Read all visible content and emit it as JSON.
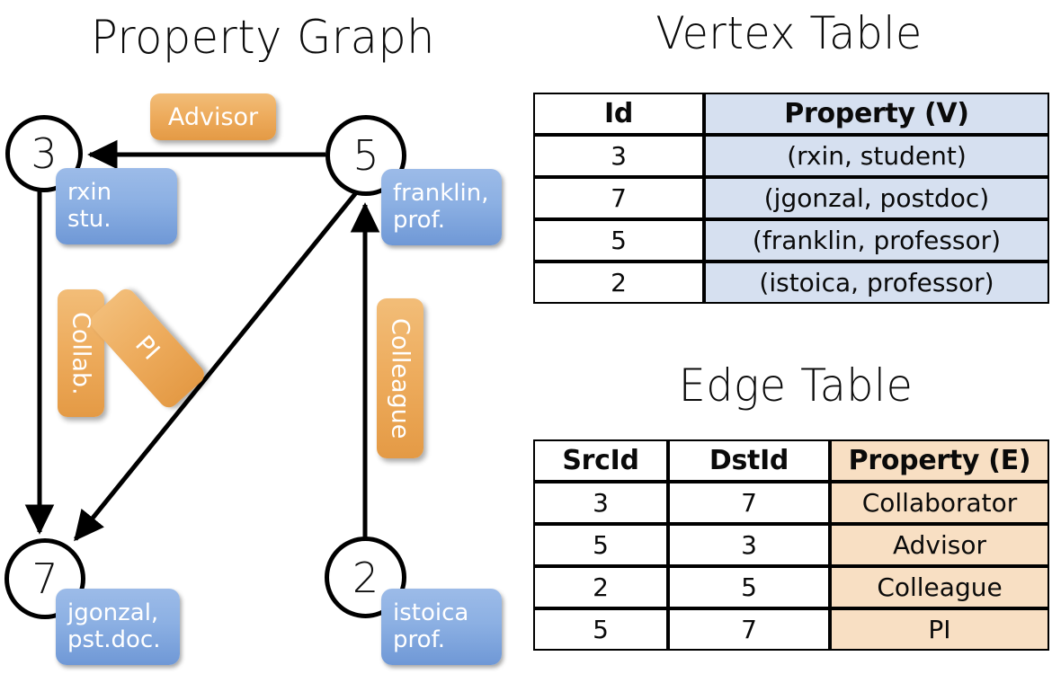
{
  "titles": {
    "property_graph": "Property Graph",
    "vertex_table": "Vertex Table",
    "edge_table": "Edge Table"
  },
  "graph": {
    "nodes": [
      {
        "id": "3",
        "label_line1": "rxin",
        "label_line2": "stu."
      },
      {
        "id": "5",
        "label_line1": "franklin,",
        "label_line2": "prof."
      },
      {
        "id": "7",
        "label_line1": "jgonzal,",
        "label_line2": "pst.doc."
      },
      {
        "id": "2",
        "label_line1": "istoica",
        "label_line2": "prof."
      }
    ],
    "edge_labels": [
      {
        "text": "Advisor"
      },
      {
        "text": "Collab."
      },
      {
        "text": "PI"
      },
      {
        "text": "Colleague"
      }
    ]
  },
  "vertex_table": {
    "headers": [
      "Id",
      "Property (V)"
    ],
    "rows": [
      {
        "id": "3",
        "property": "(rxin, student)"
      },
      {
        "id": "7",
        "property": "(jgonzal, postdoc)"
      },
      {
        "id": "5",
        "property": "(franklin, professor)"
      },
      {
        "id": "2",
        "property": "(istoica, professor)"
      }
    ]
  },
  "edge_table": {
    "headers": [
      "SrcId",
      "DstId",
      "Property (E)"
    ],
    "rows": [
      {
        "src": "3",
        "dst": "7",
        "property": "Collaborator"
      },
      {
        "src": "5",
        "dst": "3",
        "property": "Advisor"
      },
      {
        "src": "2",
        "dst": "5",
        "property": "Colleague"
      },
      {
        "src": "5",
        "dst": "7",
        "property": "PI"
      }
    ]
  },
  "colors": {
    "vertex_header_fill": "#d6e0f0",
    "edge_header_fill": "#f8dfc3",
    "node_label_blue": "#8cb0e3",
    "edge_label_orange": "#edab5c",
    "stroke": "#000000"
  }
}
